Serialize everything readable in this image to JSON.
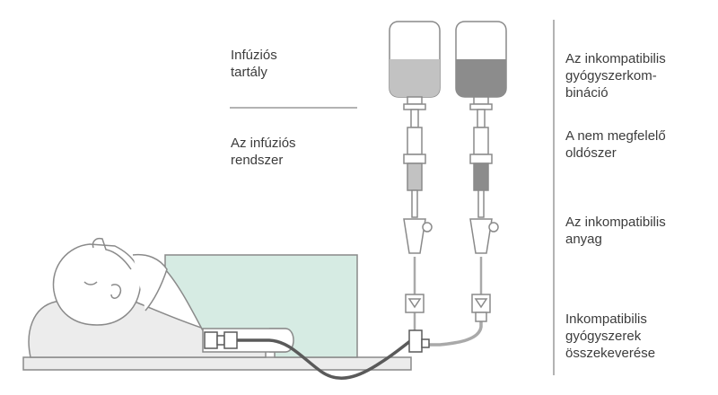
{
  "labels": {
    "left": {
      "container": "Infúziós\ntartály",
      "system": "Az infúziós\nrendszer"
    },
    "right": {
      "drug_combination": "Az inkompatibilis\ngyógyszerkom-\nbináció",
      "solvent": "A nem megfelelő\noldószer",
      "material": "Az inkompatibilis\nanyag",
      "mixing": "Inkompatibilis\ngyógyszerek\nösszekeverése"
    }
  },
  "colors": {
    "outline": "#8a8a8a",
    "bag_fill_light": "#c2c2c2",
    "bag_fill_dark": "#8c8c8c",
    "bag_body": "#ffffff",
    "blanket": "#d6ebe3",
    "bed": "#ececec",
    "tube_dark": "#5a5a5a",
    "tube_light": "#a9a9a9",
    "divider": "#9a9a9a"
  }
}
